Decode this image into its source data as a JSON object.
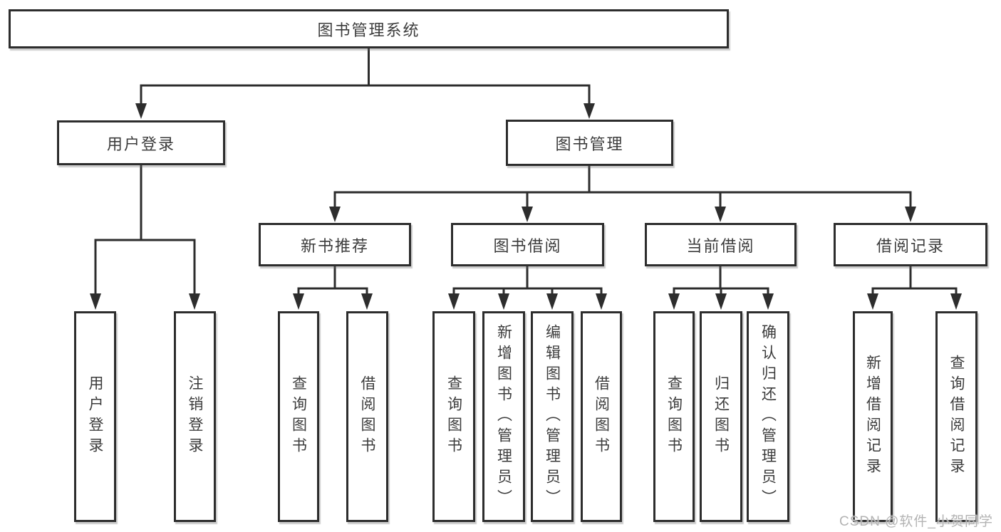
{
  "nodes": {
    "root": "图书管理系统",
    "user_login": "用户登录",
    "book_management": "图书管理",
    "new_book_recommend": "新书推荐",
    "book_borrowing": "图书借阅",
    "current_borrowing": "当前借阅",
    "borrowing_records": "借阅记录",
    "leaf_user_login": "用户登录",
    "leaf_logout": "注销登录",
    "leaf_nbr_query_books": "查询图书",
    "leaf_nbr_borrow_books": "借阅图书",
    "leaf_bb_query_books": "查询图书",
    "leaf_bb_add_books_admin": "新增图书（管理员）",
    "leaf_bb_edit_books_admin": "编辑图书（管理员）",
    "leaf_bb_borrow_books": "借阅图书",
    "leaf_cb_query_books": "查询图书",
    "leaf_cb_return_books": "归还图书",
    "leaf_cb_confirm_return_admin": "确认归还（管理员）",
    "leaf_br_add_record": "新增借阅记录",
    "leaf_br_query_record": "查询借阅记录"
  },
  "hierarchy": {
    "图书管理系统": [
      "用户登录",
      "图书管理"
    ],
    "用户登录": [
      "用户登录",
      "注销登录"
    ],
    "图书管理": [
      "新书推荐",
      "图书借阅",
      "当前借阅",
      "借阅记录"
    ],
    "新书推荐": [
      "查询图书",
      "借阅图书"
    ],
    "图书借阅": [
      "查询图书",
      "新增图书（管理员）",
      "编辑图书（管理员）",
      "借阅图书"
    ],
    "当前借阅": [
      "查询图书",
      "归还图书",
      "确认归还（管理员）"
    ],
    "借阅记录": [
      "新增借阅记录",
      "查询借阅记录"
    ]
  },
  "watermark": "CSDN @软件_小贺同学",
  "colors": {
    "line": "#2d2d2d",
    "text": "#3c3c3c",
    "watermark": "#b3b3b3",
    "background": "#ffffff"
  }
}
